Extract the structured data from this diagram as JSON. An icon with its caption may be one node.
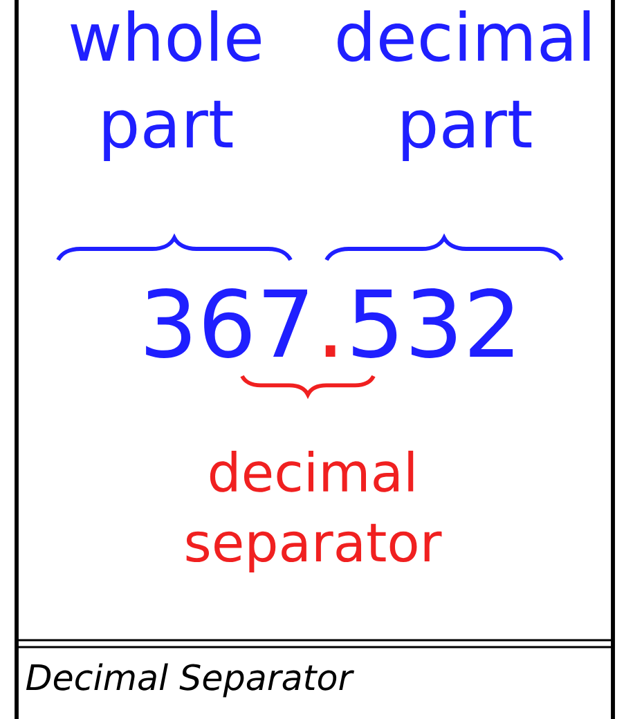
{
  "diagram": {
    "caption": "Decimal Separator",
    "labels": [
      "whole part",
      "decimal part",
      "367",
      ".",
      "532",
      "decimal separator"
    ]
  }
}
